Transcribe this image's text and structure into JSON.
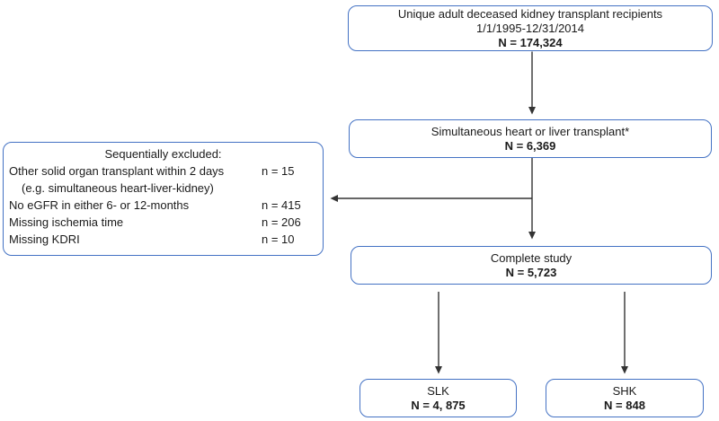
{
  "figure": {
    "background_color": "#ffffff",
    "box_border_color": "#4472C4",
    "arrow_color": "#333333",
    "text_color": "#1a1a1a"
  },
  "boxes": {
    "top": {
      "line1": "Unique adult deceased kidney transplant recipients",
      "line2": "1/1/1995-12/31/2014",
      "n": "N = 174,324"
    },
    "simultaneous": {
      "line1": "Simultaneous heart or liver transplant*",
      "n": "N = 6,369"
    },
    "excluded": {
      "title": "Sequentially excluded:",
      "rows": [
        {
          "label": "Other solid organ transplant within 2 days",
          "n": "n = 15"
        },
        {
          "label": "(e.g. simultaneous heart-liver-kidney)",
          "n": ""
        },
        {
          "label": "No eGFR in either 6- or 12-months",
          "n": "n = 415"
        },
        {
          "label": "Missing ischemia time",
          "n": "n = 206"
        },
        {
          "label": "Missing KDRI",
          "n": "n = 10"
        }
      ]
    },
    "complete": {
      "line1": "Complete study",
      "n": "N = 5,723"
    },
    "slk": {
      "line1": "SLK",
      "n": "N = 4, 875"
    },
    "shk": {
      "line1": "SHK",
      "n": "N = 848"
    }
  }
}
